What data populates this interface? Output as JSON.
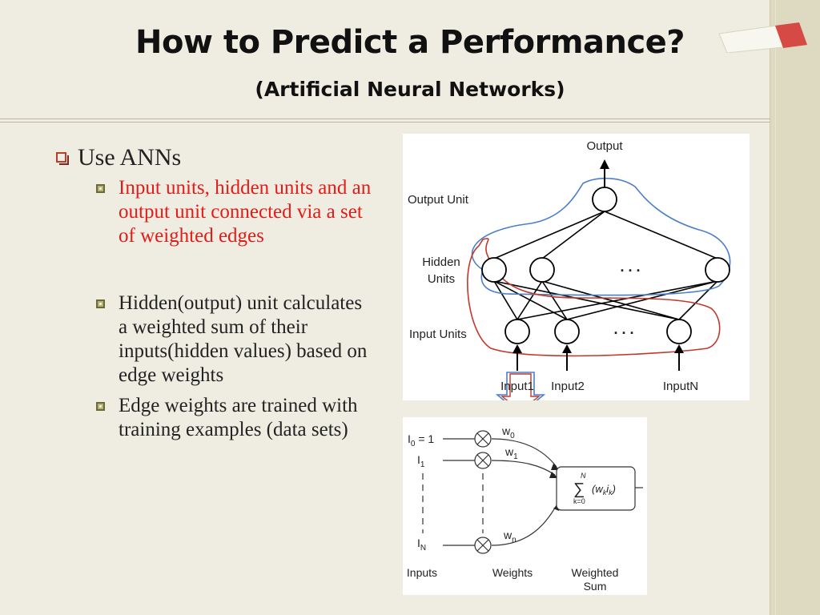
{
  "title": "How to Predict a Performance?",
  "subtitle": "(Artificial Neural Networks)",
  "bullets": {
    "main": "Use ANNs",
    "sub1": "Input units, hidden units and an output unit connected via a set of weighted edges",
    "sub2": "Hidden(output) unit calculates a weighted sum of their inputs(hidden values) based on edge weights",
    "sub3": "Edge weights are trained with training examples (data sets)"
  },
  "network_diagram": {
    "output_label": "Output",
    "output_unit_label": "Output Unit",
    "hidden_units_label_line1": "Hidden",
    "hidden_units_label_line2": "Units",
    "input_units_label": "Input Units",
    "ellipsis": ". . .",
    "input1_label": "Input1",
    "input2_label": "Input2",
    "inputN_label": "InputN"
  },
  "weighted_sum_diagram": {
    "i0_label": "I",
    "i0_sub": "0",
    "i0_eq": " = 1",
    "i1_label": "I",
    "i1_sub": "1",
    "iN_label": "I",
    "iN_sub": "N",
    "w0_label": "w",
    "w0_sub": "0",
    "w1_label": "w",
    "w1_sub": "1",
    "wn_label": "w",
    "wn_sub": "n",
    "sum_N": "N",
    "sum_sigma": "∑",
    "sum_k0": "k=0",
    "sum_expr": "(w",
    "sum_k": "k",
    "sum_i": "i",
    "sum_k2": "k",
    "sum_close": ")",
    "inputs_caption": "Inputs",
    "weights_caption": "Weights",
    "wsum_caption_line1": "Weighted",
    "wsum_caption_line2": "Sum"
  },
  "colors": {
    "background": "#efede2",
    "bullet_red": "#e41b17",
    "blue_outline": "#4a7fc8",
    "red_outline": "#c0392b"
  }
}
